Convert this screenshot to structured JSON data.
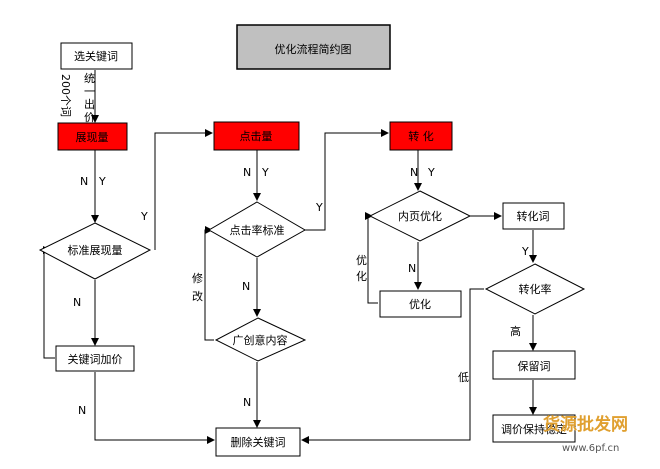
{
  "title": "优化流程简约图",
  "nodes": {
    "select_keywords": "选关键词",
    "impressions": "展现量",
    "clicks": "点击量",
    "conversion": "转 化",
    "impression_standard": "标准展现量",
    "click_rate_standard": "点击率标准",
    "page_optimize": "内页优化",
    "conversion_word": "转化词",
    "optimize": "优化",
    "conversion_rate": "转化率",
    "add_price": "关键词加价",
    "ad_creative": "广创意内容",
    "keep_word": "保留词",
    "adjust_price": "调价保持稳定",
    "delete_keywords": "删除关键词"
  },
  "labels": {
    "unified_bid_a": "统",
    "unified_bid_b": "一",
    "unified_bid_c": "出",
    "unified_bid_d": "价",
    "count": "200个词",
    "n": "N",
    "y": "Y",
    "modify_a": "修",
    "modify_b": "改",
    "opt_a": "优",
    "opt_b": "化",
    "high": "高",
    "low": "低"
  },
  "watermark": {
    "brand": "货源批发网",
    "url": "www.6pf.cn"
  },
  "colors": {
    "highlight_fill": "#ff0000",
    "title_fill": "#c0c0c0",
    "line": "#000000"
  }
}
